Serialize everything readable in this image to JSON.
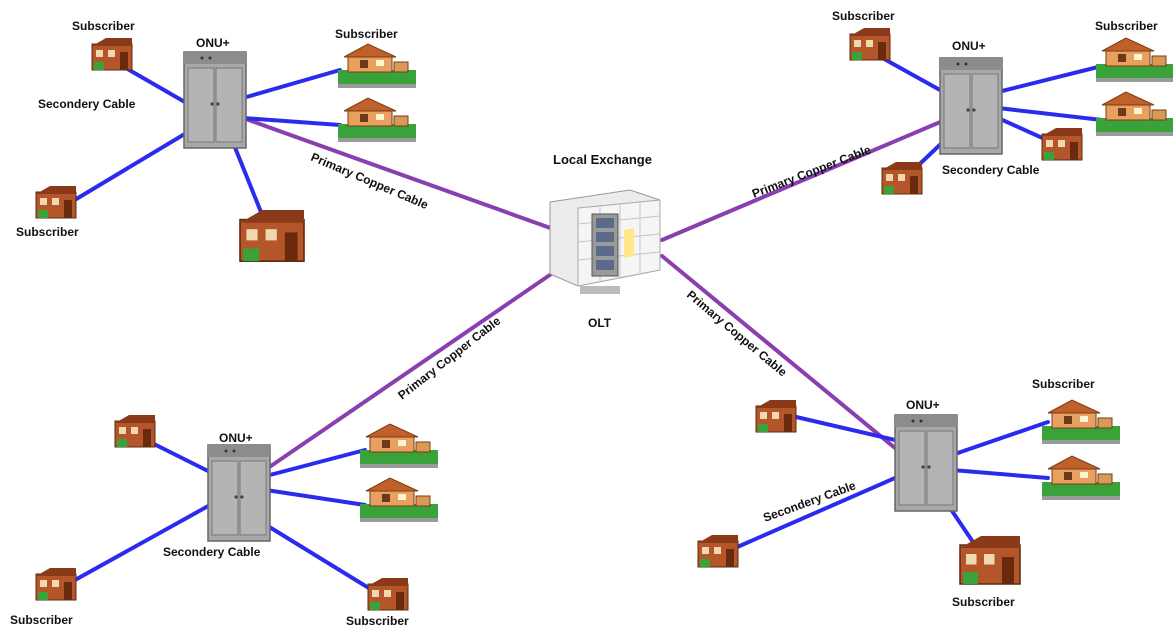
{
  "diagram": {
    "title": "Local Exchange",
    "olt_label": "OLT",
    "onu_label": "ONU+",
    "subscriber_label": "Subscriber",
    "primary_cable_label": "Primary Copper Cable",
    "secondary_cable_label": "Secondery Cable"
  },
  "colors": {
    "primary_cable": "#8a3fb0",
    "secondary_cable": "#2b2bf0",
    "house_roof": "#c0602a",
    "house_wall": "#e8a060",
    "lawn": "#3aa23a",
    "cabinet": "#9a9a9a"
  },
  "icons": [
    "exchange-building-icon",
    "onu-cabinet-icon",
    "house-icon",
    "townhouse-icon"
  ]
}
